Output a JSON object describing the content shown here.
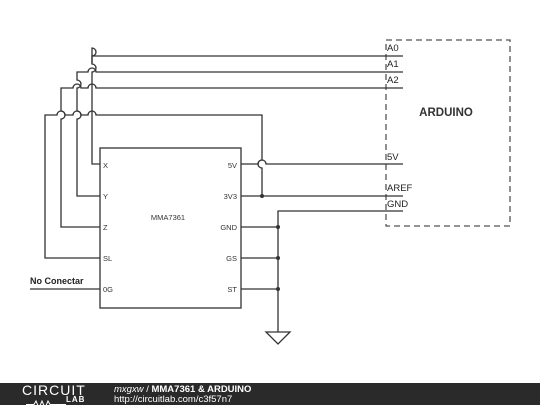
{
  "chip": {
    "name": "MMA7361",
    "left_pins": [
      "X",
      "Y",
      "Z",
      "SL",
      "0G"
    ],
    "right_pins": [
      "5V",
      "3V3",
      "GND",
      "GS",
      "ST"
    ]
  },
  "arduino": {
    "name": "ARDUINO",
    "pins": [
      "A0",
      "A1",
      "A2",
      "5V",
      "AREF",
      "GND"
    ]
  },
  "no_connect_label": "No Conectar",
  "footer": {
    "logo_top": "CIRCUIT",
    "logo_bottom": "LAB",
    "user": "mxgxw",
    "separator": " / ",
    "title": "MMA7361 & ARDUINO",
    "url": "http://circuitlab.com/c3f57n7"
  }
}
